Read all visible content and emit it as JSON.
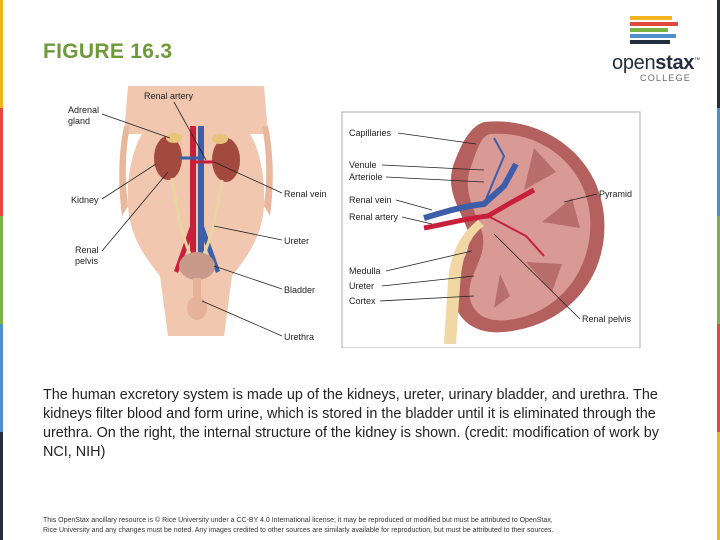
{
  "slide": {
    "title": "FIGURE 16.3",
    "caption": "The human excretory system is made up of the kidneys, ureter, urinary bladder, and urethra. The kidneys filter blood and form urine, which is stored in the bladder until it is eliminated through the urethra. On the right, the internal structure of the kidney is shown. (credit: modification of work by NCI, NIH)",
    "footer_line1": "This OpenStax ancillary resource is © Rice University under a CC-BY 4.0 International license; it may be reproduced or modified but must be attributed to OpenStax,",
    "footer_line2": "Rice University and any changes must be noted. Any images credited to other sources are similarly available for reproduction, but must be attributed to their sources."
  },
  "logo": {
    "word_light": "open",
    "word_bold": "stax",
    "tm": "™",
    "sub": "COLLEGE",
    "bar_colors": [
      "#f2b21c",
      "#e04a3f",
      "#7bb343",
      "#4f90cc",
      "#232f3e",
      "#f2b21c"
    ]
  },
  "edge_colors": [
    "#f2b21c",
    "#e04a3f",
    "#7bb343",
    "#4f90cc",
    "#232f3e"
  ],
  "figure": {
    "left_labels": {
      "adrenal_gland_1": "Adrenal",
      "adrenal_gland_2": "gland",
      "renal_artery_top": "Renal artery",
      "kidney": "Kidney",
      "renal_pelvis_1": "Renal",
      "renal_pelvis_2": "pelvis",
      "renal_vein": "Renal vein",
      "ureter": "Ureter",
      "bladder": "Bladder",
      "urethra": "Urethra"
    },
    "right_labels": {
      "capillaries": "Capillaries",
      "venule": "Venule",
      "arteriole": "Arteriole",
      "renal_vein": "Renal vein",
      "renal_artery": "Renal artery",
      "pyramid": "Pyramid",
      "medulla": "Medulla",
      "ureter": "Ureter",
      "cortex": "Cortex",
      "renal_pelvis": "Renal pelvis"
    }
  }
}
